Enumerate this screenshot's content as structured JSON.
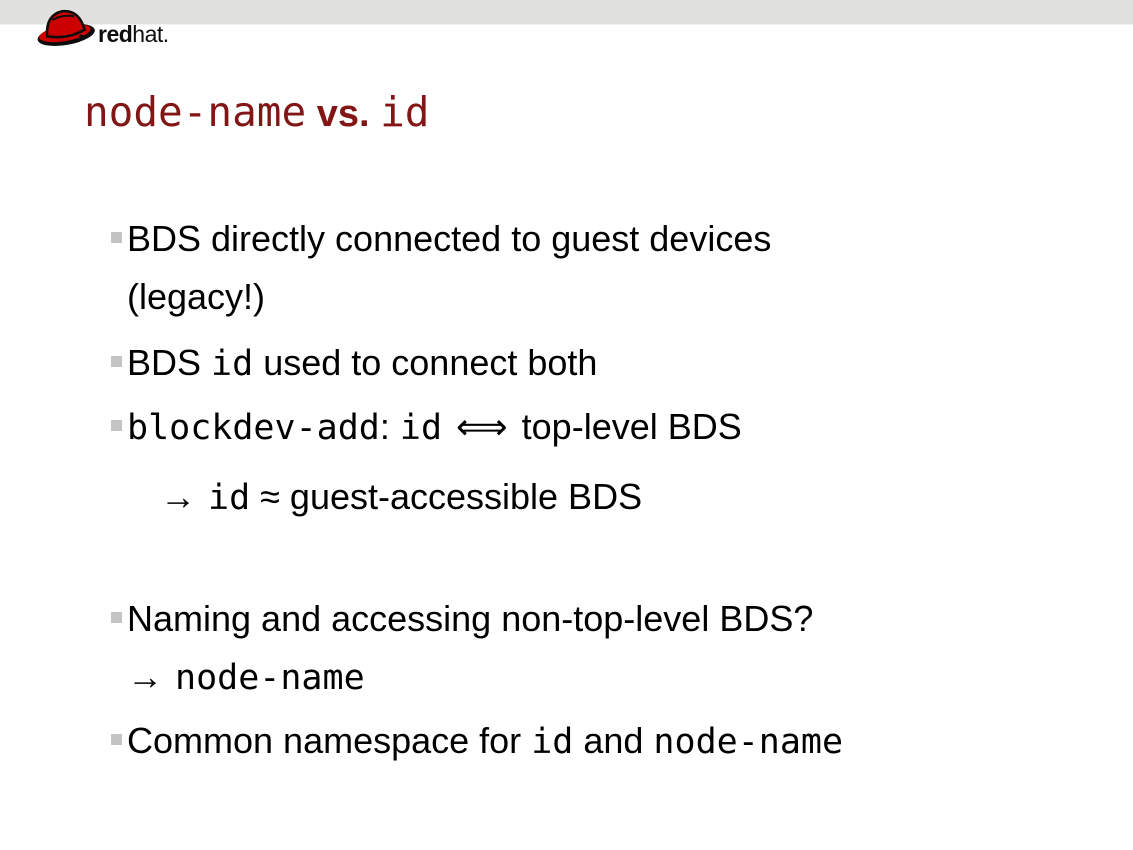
{
  "logo": {
    "red": "red",
    "hat": "hat."
  },
  "title": {
    "code1": "node-name",
    "vs": " vs. ",
    "code2": "id"
  },
  "bullets": {
    "b1_line1": "BDS directly connected to guest devices",
    "b1_line2": "(legacy!)",
    "b2_pre": "BDS ",
    "b2_code": "id",
    "b2_post": " used to connect both",
    "b3_code1": "blockdev-add",
    "b3_sep": ": ",
    "b3_code2": "id",
    "b3_arrow": "⟺",
    "b3_post": "top-level BDS",
    "sub_arrow": "→",
    "sub_code": "id",
    "sub_post": " ≈ guest-accessible BDS",
    "b4_line1": "Naming and accessing non-top-level BDS?",
    "b4_arrow": "→",
    "b4_code": "node-name",
    "b5_pre": "Common namespace for ",
    "b5_code1": "id",
    "b5_mid": " and ",
    "b5_code2": "node-name"
  },
  "colors": {
    "title_maroon": "#821616",
    "bullet_square": "#c4c4c4",
    "top_band": "#e1e1df",
    "logo_red": "#cc0000",
    "text": "#000000"
  }
}
